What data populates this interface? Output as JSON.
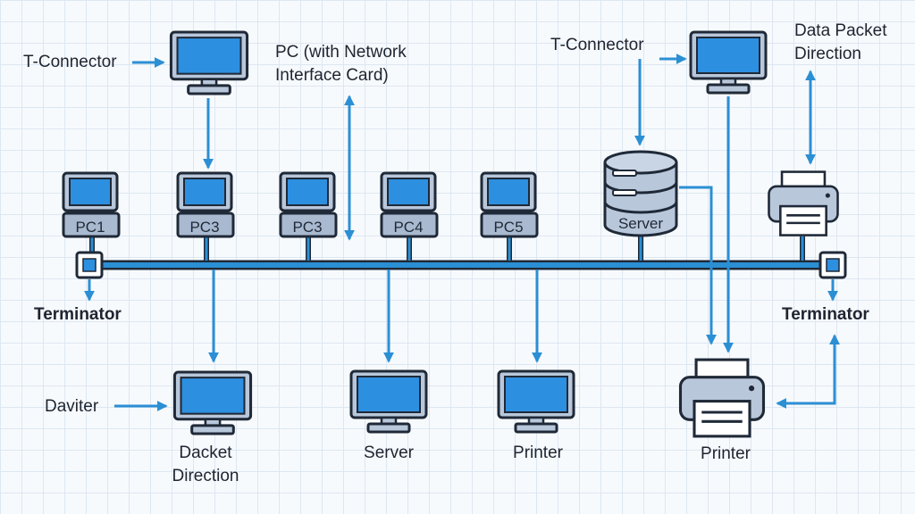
{
  "labels": {
    "t_connector_left": "T-Connector",
    "pc_nic": [
      "PC (with Network",
      "Interface Card)"
    ],
    "t_connector_right": "T-Connector",
    "data_packet_direction": [
      "Data Packet",
      "Direction"
    ],
    "terminator_left": "Terminator",
    "terminator_right": "Terminator",
    "daviter": "Daviter",
    "dacket_direction": [
      "Dacket",
      "Direction"
    ],
    "server_bottom": "Server",
    "printer_bottom_mid": "Printer",
    "printer_bottom_right": "Printer"
  },
  "nodes": {
    "pc1": "PC1",
    "pc2": "PC3",
    "pc3": "PC3",
    "pc4": "PC4",
    "pc5": "PC5",
    "server": "Server"
  },
  "colors": {
    "bus": "#2b8fd4",
    "arrow": "#2b8fd4",
    "screen": "#2d8fe0",
    "outline": "#1f2937",
    "device_fill": "#b9c7db"
  }
}
